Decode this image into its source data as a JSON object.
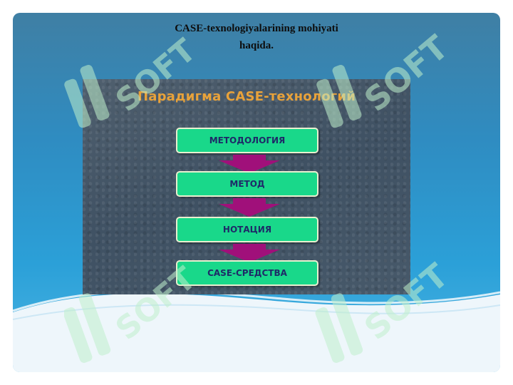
{
  "slide": {
    "title_line1": "CASE-texnologiyalarining mohiyati",
    "title_line2": "haqida."
  },
  "diagram": {
    "title": "Парадигма CASE-технологий",
    "steps": [
      "МЕТОДОЛОГИЯ",
      "МЕТОД",
      "НОТАЦИЯ",
      "CASE-СРЕДСТВА"
    ]
  },
  "watermark": {
    "text": "SOFT",
    "icon": "soft-logo-icon"
  },
  "colors": {
    "step_fill": "#19d88a",
    "step_text": "#1e2a68",
    "arrow": "#a0107a",
    "diagram_title": "#e8a23a"
  }
}
